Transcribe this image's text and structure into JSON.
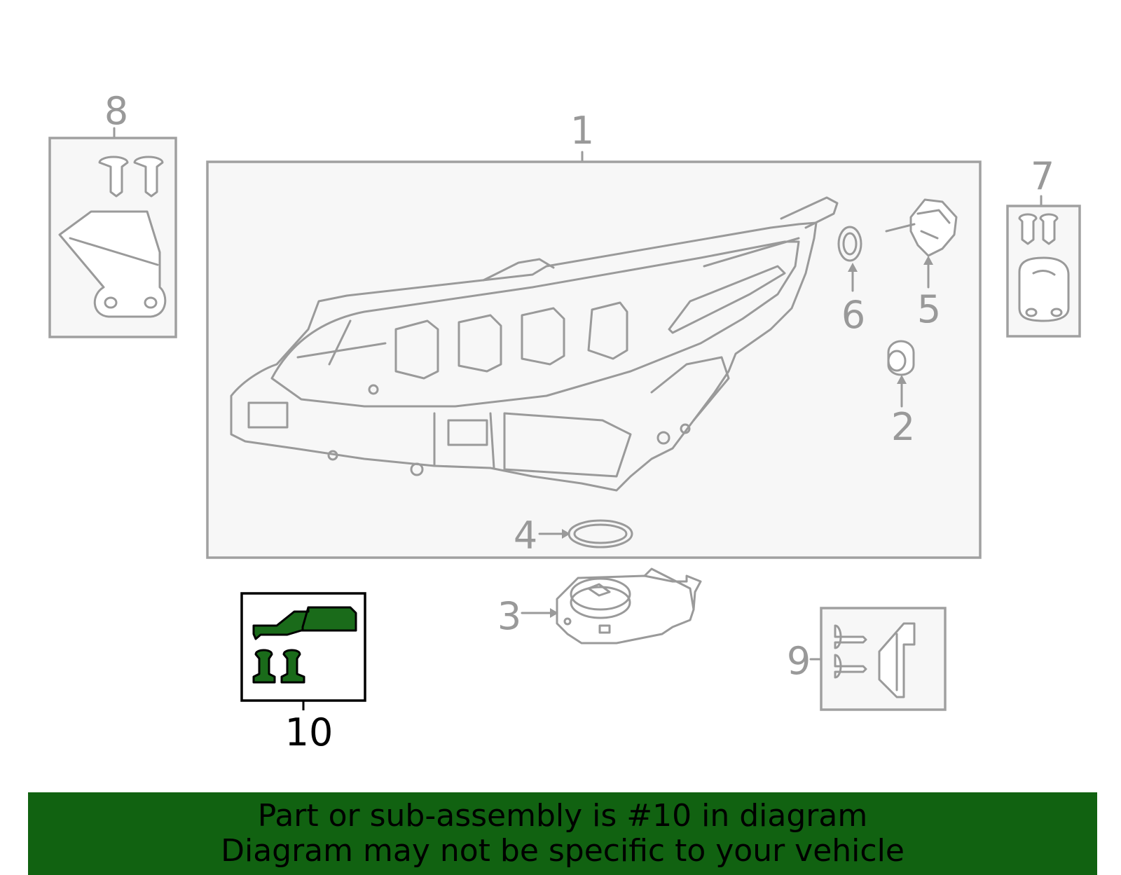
{
  "callouts": {
    "c1": "1",
    "c2": "2",
    "c3": "3",
    "c4": "4",
    "c5": "5",
    "c6": "6",
    "c7": "7",
    "c8": "8",
    "c9": "9",
    "c10": "10"
  },
  "highlighted_part": "10",
  "colors": {
    "highlight": "#1a6b1a",
    "banner": "#116211",
    "parts": "#9a9a9a"
  },
  "banner": {
    "line1": "Part or sub-assembly is #10 in diagram",
    "line2": "Diagram may not be specific to your vehicle"
  }
}
